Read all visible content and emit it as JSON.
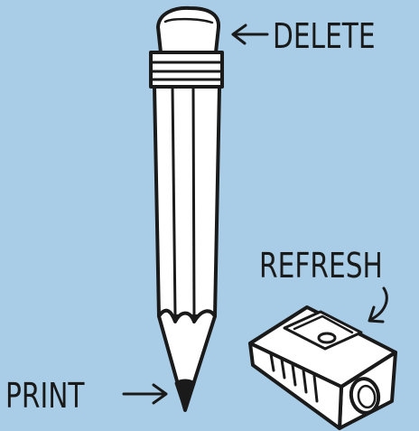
{
  "labels": {
    "delete": "DELETE",
    "refresh": "REFRESH",
    "print": "PRINT"
  },
  "objects": {
    "pencil": "pencil-icon",
    "eraser": "eraser-icon",
    "pencil_tip": "pencil-tip-icon",
    "sharpener": "sharpener-icon"
  },
  "colors": {
    "background": "#a9cde6",
    "ink": "#1a1a1a",
    "paper": "#ffffff"
  }
}
